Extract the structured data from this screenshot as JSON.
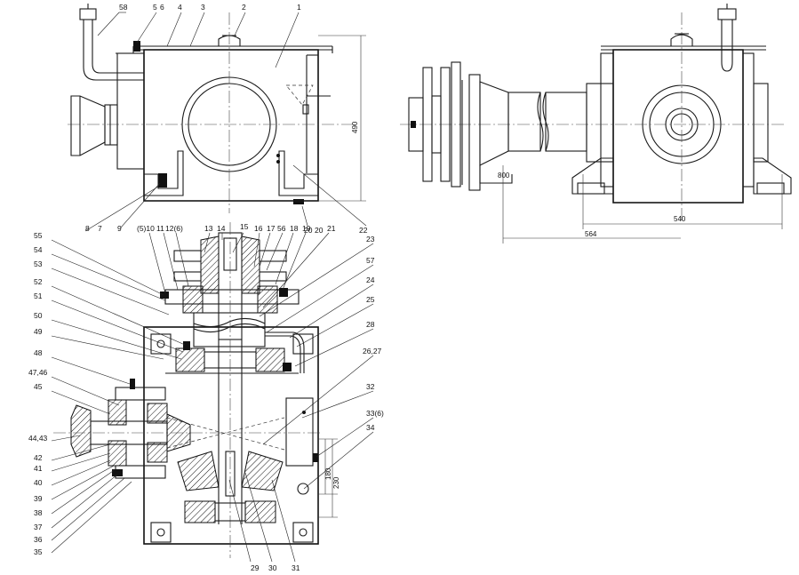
{
  "front_view_labels": [
    "58",
    "5",
    "6",
    "4",
    "3",
    "2",
    "1",
    "8",
    "7",
    "9",
    "20",
    "22"
  ],
  "section_labels_top": [
    "(5)10",
    "11",
    "12(6)",
    "13",
    "14",
    "15",
    "16",
    "17",
    "56",
    "18",
    "19",
    "20",
    "21"
  ],
  "section_labels_left": [
    "55",
    "54",
    "53",
    "52",
    "51",
    "50",
    "49",
    "48",
    "47,46",
    "45",
    "44,43",
    "42",
    "41",
    "40",
    "39",
    "38",
    "37",
    "36",
    "35"
  ],
  "section_labels_right": [
    "23",
    "57",
    "24",
    "25",
    "28",
    "26,27",
    "32",
    "33(6)",
    "34"
  ],
  "section_labels_bottom": [
    "29",
    "30",
    "31"
  ],
  "dimensions": {
    "height_front": "490",
    "width_side": "540",
    "offset_side": "564",
    "side_small": "800",
    "section_v1": "180",
    "section_v2": "230"
  },
  "colors": {
    "line": "#111111",
    "background": "#ffffff"
  }
}
